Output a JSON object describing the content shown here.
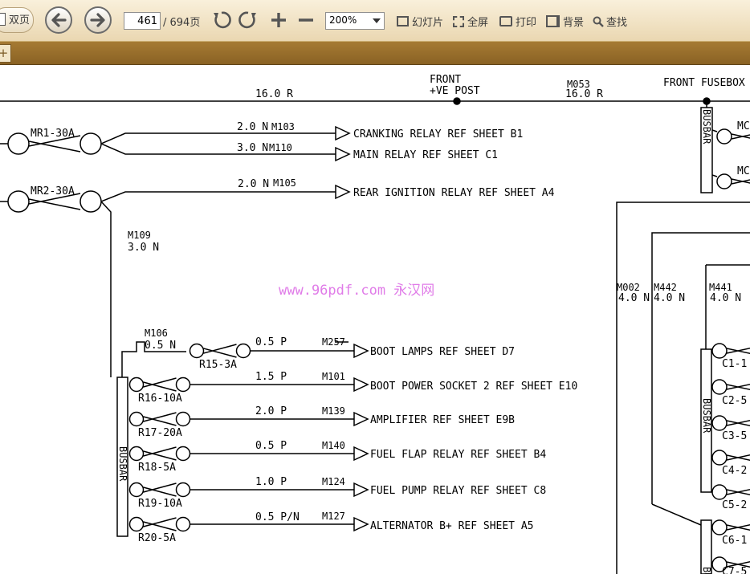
{
  "toolbar": {
    "dual_page_label": "双页",
    "current_page": "461",
    "total_pages": "/ 694页",
    "zoom": "200%",
    "slideshow_label": "幻灯片",
    "fullscreen_label": "全屏",
    "print_label": "打印",
    "background_label": "背景",
    "find_label": "查找"
  },
  "tab": {
    "add_label": "+"
  },
  "watermark": "www.96pdf.com 永汉网",
  "schematic": {
    "top_wire_gauge": "16.0 R",
    "front_post_label_1": "FRONT",
    "front_post_label_2": "+VE POST",
    "m053_id": "M053",
    "m053_gauge": "16.0 R",
    "front_fusebox_label": "FRONT FUSEBOX",
    "busbar_label": "BUSBAR",
    "fuses": {
      "mr1": "MR1-30A",
      "mr2": "MR2-30A",
      "r15": "R15-3A",
      "r16": "R16-10A",
      "r17": "R17-20A",
      "r18": "R18-5A",
      "r19": "R19-10A",
      "r20": "R20-5A",
      "mc1": "MC",
      "mc2": "MC",
      "c1": "C1-1",
      "c2": "C2-5",
      "c3": "C3-5",
      "c4": "C4-2",
      "c5": "C5-2",
      "c6": "C6-1",
      "c7": "C7-5"
    },
    "circuits": [
      {
        "gauge": "2.0 N",
        "id": "M103",
        "dest": "CRANKING RELAY REF SHEET B1"
      },
      {
        "gauge": "3.0 N",
        "id": "M110",
        "dest": "MAIN RELAY REF SHEET C1"
      },
      {
        "gauge": "2.0 N",
        "id": "M105",
        "dest": "REAR IGNITION RELAY REF SHEET A4"
      },
      {
        "gauge": "0.5 P",
        "id": "M257",
        "dest": "BOOT LAMPS REF SHEET D7"
      },
      {
        "gauge": "1.5 P",
        "id": "M101",
        "dest": "BOOT POWER SOCKET 2 REF SHEET E10"
      },
      {
        "gauge": "2.0 P",
        "id": "M139",
        "dest": "AMPLIFIER REF SHEET E9B"
      },
      {
        "gauge": "0.5 P",
        "id": "M140",
        "dest": "FUEL FLAP RELAY REF SHEET B4"
      },
      {
        "gauge": "1.0 P",
        "id": "M124",
        "dest": "FUEL PUMP RELAY REF SHEET C8"
      },
      {
        "gauge": "0.5 P/N",
        "id": "M127",
        "dest": "ALTERNATOR B+ REF SHEET A5"
      }
    ],
    "m109_id": "M109",
    "m109_gauge": "3.0 N",
    "m106_id": "M106",
    "m106_gauge": "0.5 N",
    "m002_id": "M002",
    "m002_gauge": "4.0 N",
    "m442_id": "M442",
    "m442_gauge": "4.0 N",
    "m441_id": "M441",
    "m441_gauge": "4.0 N"
  },
  "colors": {
    "toolbar_bg": "#f1e4c6",
    "tabbar_bg": "#98702c",
    "watermark": "#e07ce8",
    "ink": "#000000"
  }
}
